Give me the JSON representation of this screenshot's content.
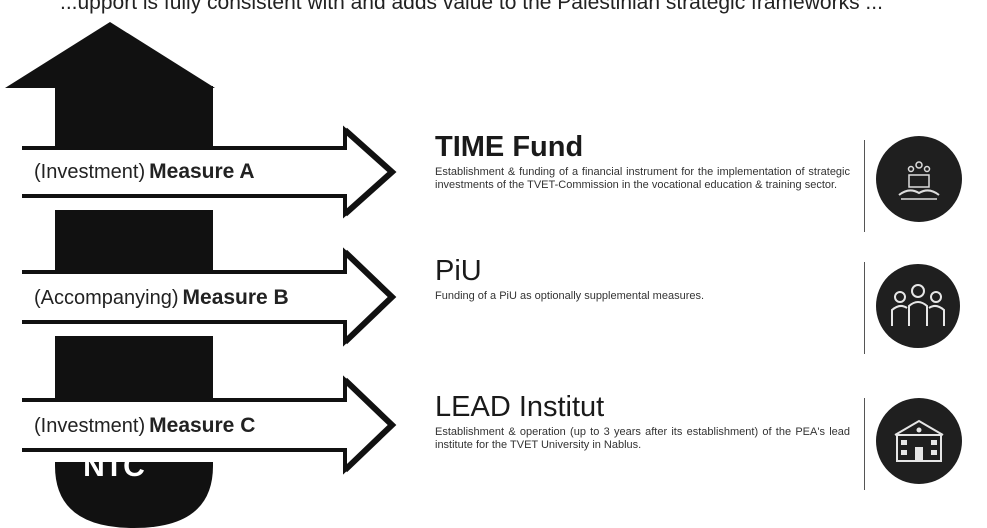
{
  "top_text": "...upport is fully consistent with and adds value to the Palestinian strategic frameworks ...",
  "measures": [
    {
      "prefix": "(Investment)",
      "name": "Measure A"
    },
    {
      "prefix": "(Accompanying)",
      "name": "Measure B"
    },
    {
      "prefix": "(Investment)",
      "name": "Measure C"
    }
  ],
  "base_label": "NTC",
  "sections": [
    {
      "title": "TIME Fund",
      "description": "Establishment & funding of a financial instrument for the implementation of strategic investments of the TVET-Commission in the vocational education & training sector.",
      "icon": "fund-hands-icon"
    },
    {
      "title": "PiU",
      "description": "Funding of a PiU as optionally supplemental measures.",
      "icon": "team-people-icon"
    },
    {
      "title": "LEAD Institut",
      "description": "Establishment & operation (up to 3 years after its establishment) of the PEA's lead institute for the TVET University in Nablus.",
      "icon": "school-building-icon"
    }
  ],
  "colors": {
    "fill": "#111111",
    "background": "#ffffff",
    "text": "#1a1a1a"
  }
}
